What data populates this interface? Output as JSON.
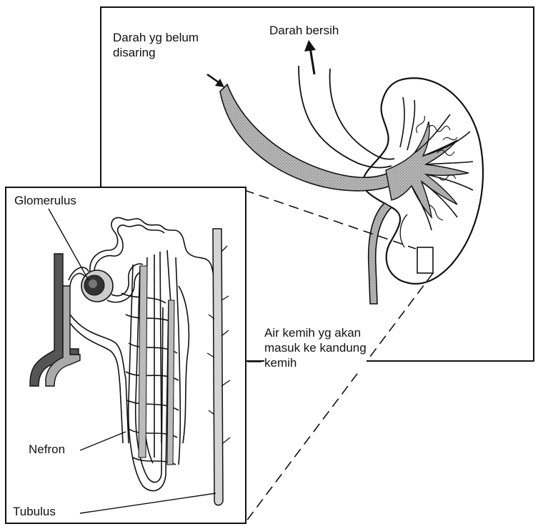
{
  "diagram": {
    "kidney_panel": {
      "label_unfiltered": "Darah yg belum\ndisaring",
      "label_clean": "Darah bersih",
      "label_urine": "Air kemih yg akan\nmasuk ke kandung\nkemih"
    },
    "nephron_panel": {
      "label_glomerulus": "Glomerulus",
      "label_nefron": "Nefron",
      "label_tubulus": "Tubulus"
    },
    "colors": {
      "line": "#111111",
      "vessel_fill": "#a8a8a8",
      "dark_fill": "#555555",
      "background": "#ffffff"
    }
  }
}
